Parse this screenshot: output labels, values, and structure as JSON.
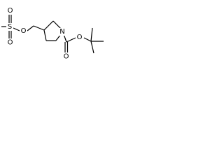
{
  "molecule": {
    "type": "chemical structure",
    "atoms": {
      "S": "S",
      "O_sulfonyl_top": "O",
      "O_sulfonyl_bottom": "O",
      "O_ester": "O",
      "N": "N",
      "O_carbonyl": "O",
      "O_carbamate": "O"
    }
  },
  "colors": {
    "bond": "#000000",
    "label": "#000000",
    "background": "#ffffff"
  }
}
